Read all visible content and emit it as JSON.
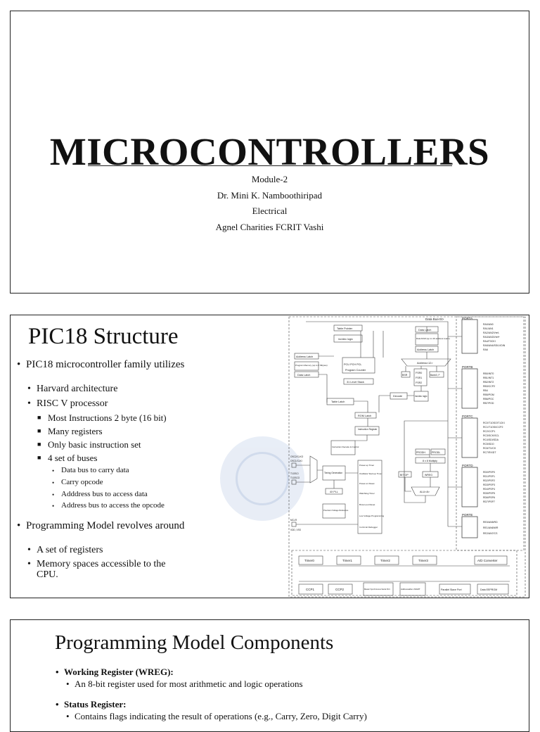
{
  "slide1": {
    "title": "MICROCONTROLLERS",
    "lines": [
      "Module-2",
      "Dr. Mini K. Namboothiripad",
      "Electrical",
      "Agnel Charities FCRIT  Vashi"
    ]
  },
  "slide2": {
    "title": "PIC18 Structure",
    "b1": "PIC18 microcontroller family utilizes",
    "b1_subs": [
      "Harvard architecture",
      "RISC V processor"
    ],
    "b1_subsubs": [
      "Most Instructions 2 byte (16 bit)",
      "Many registers",
      "Only basic instruction set",
      "4 set of buses"
    ],
    "buses": [
      "Data bus to carry data",
      "Carry opcode",
      "Adddress bus to access data",
      "Address bus to access the opcode"
    ],
    "b2": "Programming Model revolves around",
    "b2_subs": [
      "A set of registers",
      "Memory spaces accessible to the CPU."
    ],
    "diagram": {
      "top_label": "Data Bus<8>",
      "ports": [
        "PORTA",
        "PORTB",
        "PORTC",
        "PORTD",
        "PORTE"
      ],
      "port_pins": [
        [
          "RA0/AN0",
          "RA1/AN1",
          "RA2/AN2/Vref-",
          "RA3/AN3/Vref+",
          "RA4/T0CKI",
          "RA5/AN4/SS/LVDIN",
          "RA6"
        ],
        [
          "RB0/INT0",
          "RB1/INT1",
          "RB2/INT2",
          "RB3/CCP2",
          "RB4",
          "RB5/PGM",
          "RB6/PGC",
          "RB7/PGD"
        ],
        [
          "RC0/T1OSO/T1CKI",
          "RC1/T1OSI/CCP2",
          "RC2/CCP1",
          "RC3/SCK/SCL",
          "RC4/SDI/SDA",
          "RC5/SDO",
          "RC6/TX/CK",
          "RC7/RX/DT"
        ],
        [
          "RD0/PSP0",
          "RD1/PSP1",
          "RD2/PSP2",
          "RD3/PSP3",
          "RD4/PSP4",
          "RD5/PSP5",
          "RD6/PSP6",
          "RD7/PSP7"
        ],
        [
          "RE0/AN5/RD",
          "RE1/AN6/WR",
          "RE2/AN7/CS"
        ]
      ],
      "blocks": {
        "table_pointer": "Table Pointer",
        "inc_dec": "inc/dec logic",
        "address_latch": "Address Latch",
        "program_memory": "Program Memory (up to 2 Mbytes)",
        "data_latch": "Data Latch",
        "pc": "PCU  PCH  PCL",
        "program_counter": "Program Counter",
        "stack": "31 Level Stack",
        "table_latch": "Table Latch",
        "rom_latch": "ROM Latch",
        "instr_register": "Instruction Register",
        "instr_decode": "Instruction Decode & Control",
        "data_latch2": "Data Latch",
        "data_ram": "Data RAM (up to 4K address reach)",
        "address_latch2": "Address Latch",
        "address12": "Address<12>",
        "fsr0": "FSR0",
        "fsr1": "FSR1",
        "fsr2": "FSR2",
        "bsr": "BSR",
        "bank": "Bank0, F",
        "decode": "Decode",
        "inc_dec2": "inc/dec logic",
        "prodh": "PRODH",
        "prodl": "PRODL",
        "mult": "8 x 8 Multiply",
        "bitop": "BIT OP",
        "wreg": "WREG",
        "alu": "ALU<8>",
        "timing": "Timing Generation",
        "pll": "4X PLL",
        "precision": "Precision Voltage Reference",
        "powerup": "Power-up Timer",
        "ost": "Oscillator Start-up Timer",
        "por": "Power-on Reset",
        "wdt": "Watchdog Timer",
        "bor": "Brown-out Reset",
        "lvp": "Low Voltage Programming",
        "icd": "In-Circuit Debugger",
        "osc1": "OSC2/CLKO",
        "osc2": "OSC1/CLKI",
        "t1": "T1OSCI",
        "t1o": "T1OSCO",
        "mclr": "MCLR",
        "vdd": "VDD, VSS"
      },
      "peripherals": [
        "Timer0",
        "Timer1",
        "Timer2",
        "Timer3",
        "A/D Converter",
        "CCP1",
        "CCP2",
        "Master Synchronous Serial Port",
        "Addressable USART",
        "Parallel Slave Port",
        "Data EEPROM"
      ]
    }
  },
  "slide3": {
    "title": "Programming Model Components",
    "items": [
      {
        "label": "Working Register (WREG):",
        "desc": "An 8-bit register used for most arithmetic and logic operations"
      },
      {
        "label": "Status Register:",
        "desc": "Contains flags indicating the result of operations (e.g., Carry, Zero, Digit Carry)"
      }
    ]
  }
}
